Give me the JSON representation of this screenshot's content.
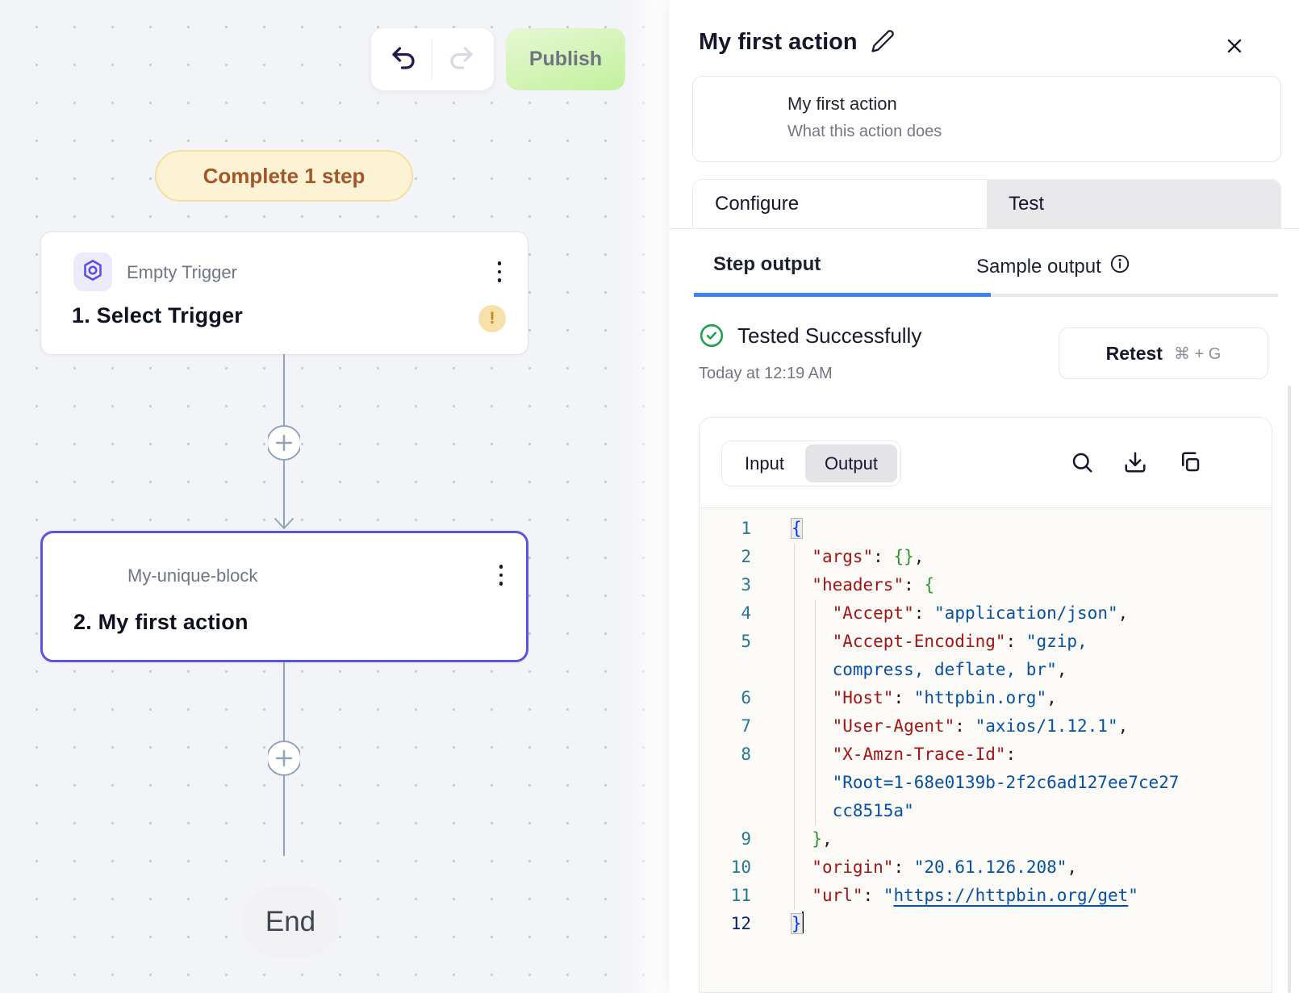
{
  "canvas": {
    "toolbar": {
      "publish_label": "Publish"
    },
    "badge_label": "Complete 1 step",
    "trigger_block": {
      "app_label": "Empty Trigger",
      "title": "1. Select Trigger",
      "warning": "!"
    },
    "action_block": {
      "app_label": "My-unique-block",
      "title": "2. My first action"
    },
    "end_label": "End"
  },
  "panel": {
    "title": "My first action",
    "info_card": {
      "name": "My first action",
      "description": "What this action does"
    },
    "tabs": {
      "configure": "Configure",
      "test": "Test",
      "active": "Test"
    },
    "subtabs": {
      "step_output": "Step output",
      "sample_output": "Sample output",
      "active": "Step output"
    },
    "test_status": {
      "label": "Tested Successfully",
      "time": "Today at 12:19 AM",
      "retest_label": "Retest",
      "shortcut": "⌘ + G"
    },
    "io_toggle": {
      "input": "Input",
      "output": "Output",
      "active": "Output"
    },
    "code": {
      "language": "json",
      "rows": [
        {
          "n": "1",
          "s": [
            {
              "c": "b1",
              "t": "{",
              "box": true
            }
          ]
        },
        {
          "n": "2",
          "s": [
            {
              "c": "p",
              "t": "  "
            },
            {
              "c": "k",
              "t": "\"args\""
            },
            {
              "c": "p",
              "t": ": "
            },
            {
              "c": "b2",
              "t": "{}"
            },
            {
              "c": "p",
              "t": ","
            }
          ]
        },
        {
          "n": "3",
          "s": [
            {
              "c": "p",
              "t": "  "
            },
            {
              "c": "k",
              "t": "\"headers\""
            },
            {
              "c": "p",
              "t": ": "
            },
            {
              "c": "b2",
              "t": "{"
            }
          ]
        },
        {
          "n": "4",
          "s": [
            {
              "c": "p",
              "t": "    "
            },
            {
              "c": "k",
              "t": "\"Accept\""
            },
            {
              "c": "p",
              "t": ": "
            },
            {
              "c": "s",
              "t": "\"application/json\""
            },
            {
              "c": "p",
              "t": ","
            }
          ]
        },
        {
          "n": "5",
          "s": [
            {
              "c": "p",
              "t": "    "
            },
            {
              "c": "k",
              "t": "\"Accept-Encoding\""
            },
            {
              "c": "p",
              "t": ": "
            },
            {
              "c": "s",
              "t": "\"gzip,"
            }
          ]
        },
        {
          "n": "",
          "s": [
            {
              "c": "p",
              "t": "    "
            },
            {
              "c": "s",
              "t": "compress, deflate, br\""
            },
            {
              "c": "p",
              "t": ","
            }
          ]
        },
        {
          "n": "6",
          "s": [
            {
              "c": "p",
              "t": "    "
            },
            {
              "c": "k",
              "t": "\"Host\""
            },
            {
              "c": "p",
              "t": ": "
            },
            {
              "c": "s",
              "t": "\"httpbin.org\""
            },
            {
              "c": "p",
              "t": ","
            }
          ]
        },
        {
          "n": "7",
          "s": [
            {
              "c": "p",
              "t": "    "
            },
            {
              "c": "k",
              "t": "\"User-Agent\""
            },
            {
              "c": "p",
              "t": ": "
            },
            {
              "c": "s",
              "t": "\"axios/1.12.1\""
            },
            {
              "c": "p",
              "t": ","
            }
          ]
        },
        {
          "n": "8",
          "s": [
            {
              "c": "p",
              "t": "    "
            },
            {
              "c": "k",
              "t": "\"X-Amzn-Trace-Id\""
            },
            {
              "c": "p",
              "t": ":"
            }
          ]
        },
        {
          "n": "",
          "s": [
            {
              "c": "p",
              "t": "    "
            },
            {
              "c": "s",
              "t": "\"Root=1-68e0139b-2f2c6ad127ee7ce27"
            }
          ]
        },
        {
          "n": "",
          "s": [
            {
              "c": "p",
              "t": "    "
            },
            {
              "c": "s",
              "t": "cc8515a\""
            }
          ]
        },
        {
          "n": "9",
          "s": [
            {
              "c": "p",
              "t": "  "
            },
            {
              "c": "b2",
              "t": "}"
            },
            {
              "c": "p",
              "t": ","
            }
          ]
        },
        {
          "n": "10",
          "s": [
            {
              "c": "p",
              "t": "  "
            },
            {
              "c": "k",
              "t": "\"origin\""
            },
            {
              "c": "p",
              "t": ": "
            },
            {
              "c": "s",
              "t": "\"20.61.126.208\""
            },
            {
              "c": "p",
              "t": ","
            }
          ]
        },
        {
          "n": "11",
          "s": [
            {
              "c": "p",
              "t": "  "
            },
            {
              "c": "k",
              "t": "\"url\""
            },
            {
              "c": "p",
              "t": ": "
            },
            {
              "c": "s",
              "t": "\""
            },
            {
              "c": "link",
              "t": "https://httpbin.org/get"
            },
            {
              "c": "s",
              "t": "\""
            }
          ]
        },
        {
          "n": "12",
          "active": true,
          "s": [
            {
              "c": "b1",
              "t": "}",
              "box": true,
              "cursor": true
            }
          ]
        }
      ]
    }
  },
  "colors": {
    "accent_indigo": "#5A55DF",
    "publish_green_start": "#E6F8D4",
    "publish_green_end": "#C2F09D",
    "badge_bg": "#FCF3D4",
    "badge_text": "#A2572B",
    "warning_bg": "#F8E0AA",
    "warning_fg": "#C8861F",
    "success_green": "#18A34A",
    "subtab_underline_blue": "#3B82F6",
    "connector": "#8FA3BE",
    "code_key": "#A31515",
    "code_string": "#0451A5",
    "code_bracket_l1": "#0431FA",
    "code_bracket_l2": "#319331",
    "code_linenumber": "#237893",
    "code_linenumber_active": "#0B216F",
    "code_bg": "#FCFAF6"
  }
}
